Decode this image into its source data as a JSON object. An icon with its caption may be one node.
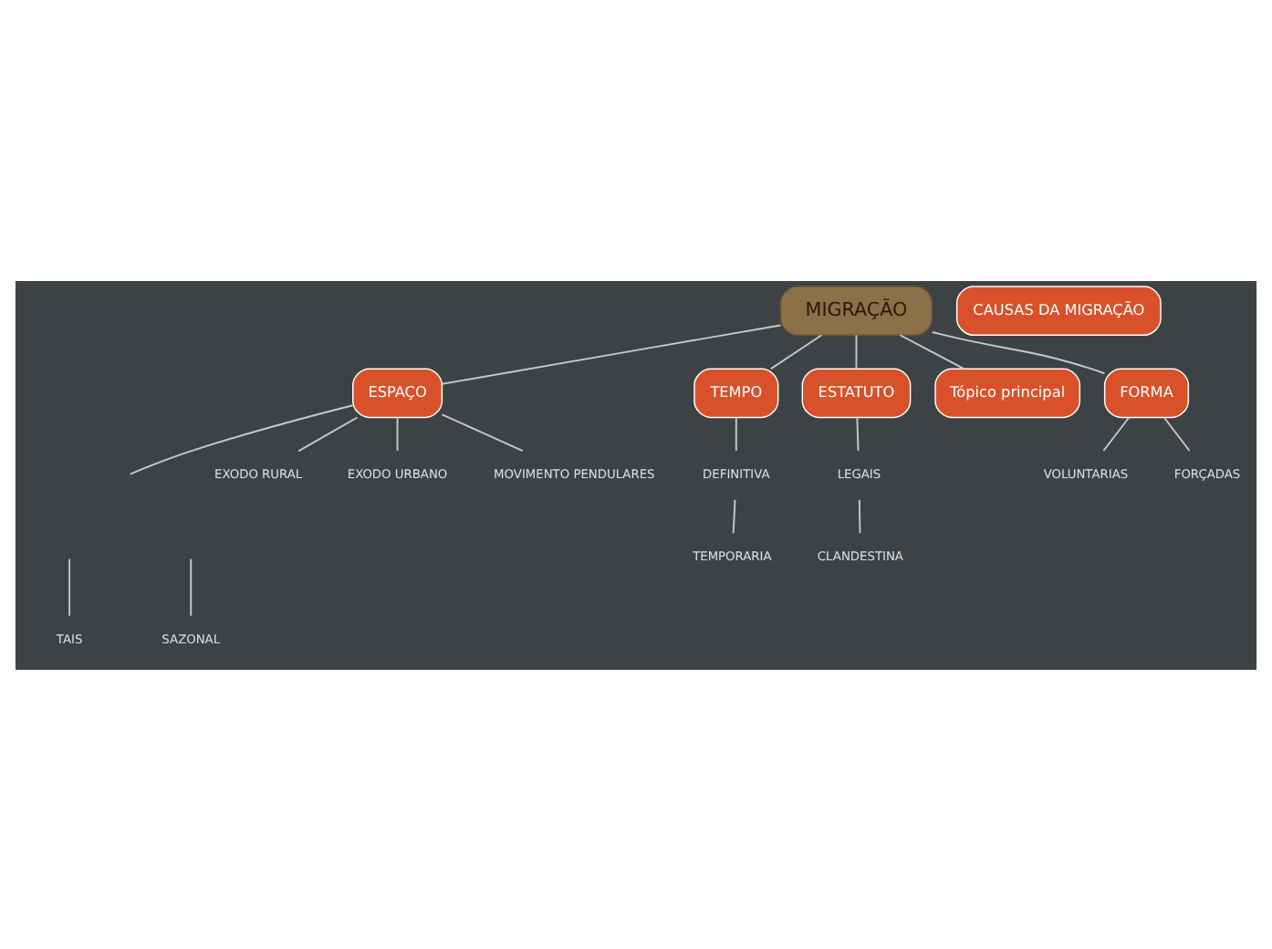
{
  "diagram": {
    "nodes": [
      {
        "text": [
          "CAUSAS DA MIGRAÇÃO"
        ]
      },
      {
        "text": [
          "MIGRAÇÃO"
        ]
      },
      {
        "text": [
          "ESPAÇO"
        ]
      },
      {
        "text": [
          "TEMPO"
        ]
      },
      {
        "text": [
          "ESTATUTO"
        ]
      },
      {
        "text": [
          "Tópico principal"
        ]
      },
      {
        "text": [
          "FORMA"
        ]
      },
      {
        "text": [
          "EXODO RURAL"
        ]
      },
      {
        "text": [
          "EXODO URBANO"
        ]
      },
      {
        "text": [
          "MOVIMENTO PENDULARES"
        ]
      },
      {
        "text": [
          "TAIS"
        ]
      },
      {
        "text": [
          "SAZONAL"
        ]
      },
      {
        "text": [
          "DEFINITIVA"
        ]
      },
      {
        "text": [
          "TEMPORARIA"
        ]
      },
      {
        "text": [
          "LEGAIS"
        ]
      },
      {
        "text": [
          "CLANDESTINA"
        ]
      },
      {
        "text": [
          "VOLUNTARIAS"
        ]
      },
      {
        "text": [
          "FORÇADAS"
        ]
      }
    ],
    "edges": [
      {
        "from": 1,
        "to": 2,
        "arrow": "none"
      },
      {
        "from": 1,
        "to": 3,
        "arrow": "none"
      },
      {
        "from": 1,
        "to": 4,
        "arrow": "none"
      },
      {
        "from": 1,
        "to": 5,
        "arrow": "none"
      },
      {
        "from": 1,
        "to": 6,
        "arrow": "none"
      },
      {
        "from": 2,
        "to": null,
        "arrow": "none"
      },
      {
        "from": 2,
        "to": 7,
        "arrow": "none"
      },
      {
        "from": 2,
        "to": 8,
        "arrow": "none"
      },
      {
        "from": 2,
        "to": 9,
        "arrow": "none"
      },
      {
        "from": null,
        "to": 10,
        "arrow": "none"
      },
      {
        "from": null,
        "to": 11,
        "arrow": "none"
      },
      {
        "from": 3,
        "to": 12,
        "arrow": "none"
      },
      {
        "from": 12,
        "to": 13,
        "arrow": "none"
      },
      {
        "from": 4,
        "to": 14,
        "arrow": "none"
      },
      {
        "from": 14,
        "to": 15,
        "arrow": "none"
      },
      {
        "from": 6,
        "to": 16,
        "arrow": "none"
      },
      {
        "from": 6,
        "to": 17,
        "arrow": "none"
      }
    ]
  }
}
